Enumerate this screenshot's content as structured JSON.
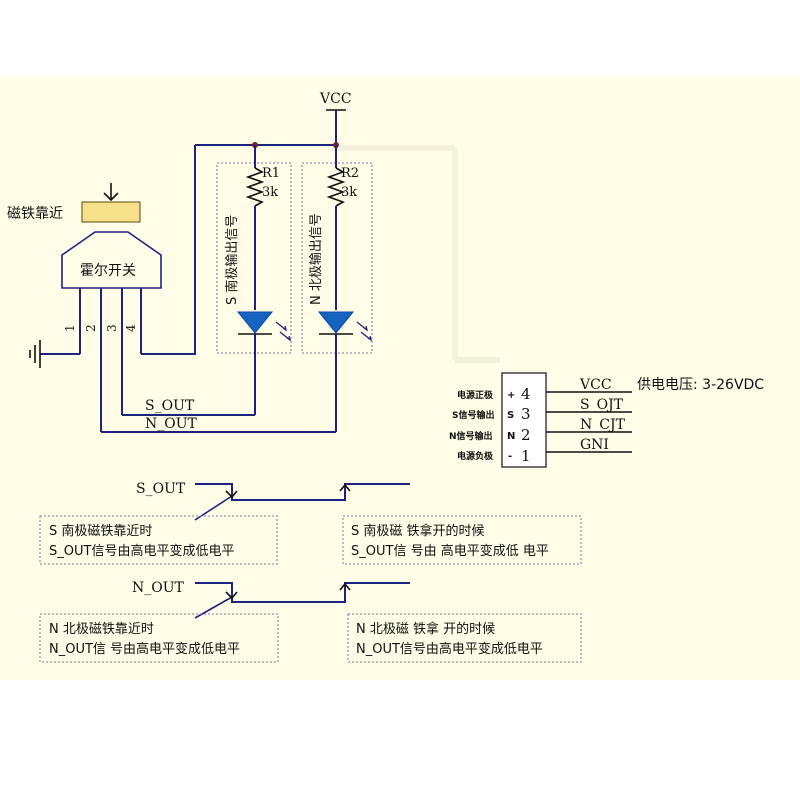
{
  "supply": {
    "vcc": "VCC"
  },
  "resistors": [
    {
      "name": "R1",
      "value": "3k"
    },
    {
      "name": "R2",
      "value": "3k"
    }
  ],
  "led_labels": {
    "s_vertical": "S 南极输出信号",
    "n_vertical": "N 北极输出信号"
  },
  "sensor": {
    "magnet_label": "磁铁靠近",
    "hall_label": "霍尔开关",
    "pins": [
      "1",
      "2",
      "3",
      "4"
    ]
  },
  "outputs": {
    "s_out": "S_OUT",
    "n_out": "N_OUT"
  },
  "connector": {
    "rows": [
      {
        "cn_label": "电源正极",
        "sym": "+",
        "pin": "4",
        "signal": "VCC"
      },
      {
        "cn_label": "S信号输出",
        "sym": "S",
        "pin": "3",
        "signal": "S_OJT"
      },
      {
        "cn_label": "N信号输出",
        "sym": "N",
        "pin": "2",
        "signal": "N_CJT"
      },
      {
        "cn_label": "电源负极",
        "sym": "-",
        "pin": "1",
        "signal": "GNI"
      }
    ],
    "supply_note": "供电电压: 3-26VDC"
  },
  "timing": {
    "s_signal": "S_OUT",
    "s_near_line1": "S 南极磁铁靠近时",
    "s_near_line2": "S_OUT信号由高电平变成低电平",
    "s_away_line1": "S 南极磁 铁拿开的时候",
    "s_away_line2": "S_OUT信 号由 高电平变成低 电平",
    "n_signal": "N_OUT",
    "n_near_line1": "N 北极磁铁靠近时",
    "n_near_line2": "N_OUT信 号由高电平变成低电平",
    "n_away_line1": "N 北极磁 铁拿 开的时候",
    "n_away_line2": "N_OUT信号由高电平变成低电平"
  }
}
